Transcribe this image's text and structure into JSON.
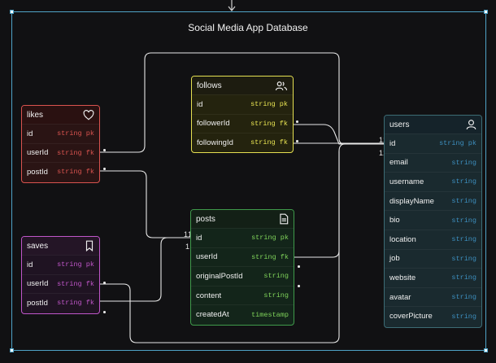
{
  "diagram": {
    "title": "Social Media App Database"
  },
  "tables": {
    "likes": {
      "name": "likes",
      "icon": "heart-icon",
      "fields": [
        {
          "name": "id",
          "type": "string pk"
        },
        {
          "name": "userId",
          "type": "string fk"
        },
        {
          "name": "postId",
          "type": "string fk"
        }
      ]
    },
    "saves": {
      "name": "saves",
      "icon": "bookmark-icon",
      "fields": [
        {
          "name": "id",
          "type": "string pk"
        },
        {
          "name": "userId",
          "type": "string fk"
        },
        {
          "name": "postId",
          "type": "string fk"
        }
      ]
    },
    "follows": {
      "name": "follows",
      "icon": "users-icon",
      "fields": [
        {
          "name": "id",
          "type": "string pk"
        },
        {
          "name": "followerId",
          "type": "string fk"
        },
        {
          "name": "followingId",
          "type": "string fk"
        }
      ]
    },
    "posts": {
      "name": "posts",
      "icon": "document-icon",
      "fields": [
        {
          "name": "id",
          "type": "string pk"
        },
        {
          "name": "userId",
          "type": "string fk"
        },
        {
          "name": "originalPostId",
          "type": "string"
        },
        {
          "name": "content",
          "type": "string"
        },
        {
          "name": "createdAt",
          "type": "timestamp"
        }
      ]
    },
    "users": {
      "name": "users",
      "icon": "user-icon",
      "fields": [
        {
          "name": "id",
          "type": "string pk"
        },
        {
          "name": "email",
          "type": "string"
        },
        {
          "name": "username",
          "type": "string"
        },
        {
          "name": "displayName",
          "type": "string"
        },
        {
          "name": "bio",
          "type": "string"
        },
        {
          "name": "location",
          "type": "string"
        },
        {
          "name": "job",
          "type": "string"
        },
        {
          "name": "website",
          "type": "string"
        },
        {
          "name": "avatar",
          "type": "string"
        },
        {
          "name": "coverPicture",
          "type": "string"
        }
      ]
    }
  },
  "cardinality": {
    "one": "1",
    "many": "*"
  },
  "colors": {
    "likes": "#d9534f",
    "saves": "#c056c9",
    "follows": "#e5e052",
    "posts": "#3f9a4b",
    "users": "#3d6c75",
    "frame": "#4fa3c7"
  }
}
